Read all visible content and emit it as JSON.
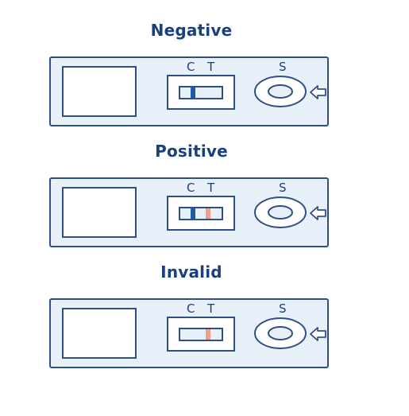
{
  "colors": {
    "outline": "#2e4f86",
    "title": "#1a3f7a",
    "cassette_fill": "#e8f0fa",
    "control_band": "#1f5aa6",
    "test_band": "#f0a08a"
  },
  "markings": {
    "control": "C",
    "test": "T",
    "sample": "S"
  },
  "panels": [
    {
      "title": "Negative",
      "control_band": true,
      "test_band": false
    },
    {
      "title": "Positive",
      "control_band": true,
      "test_band": true
    },
    {
      "title": "Invalid",
      "control_band": false,
      "test_band": true
    }
  ]
}
